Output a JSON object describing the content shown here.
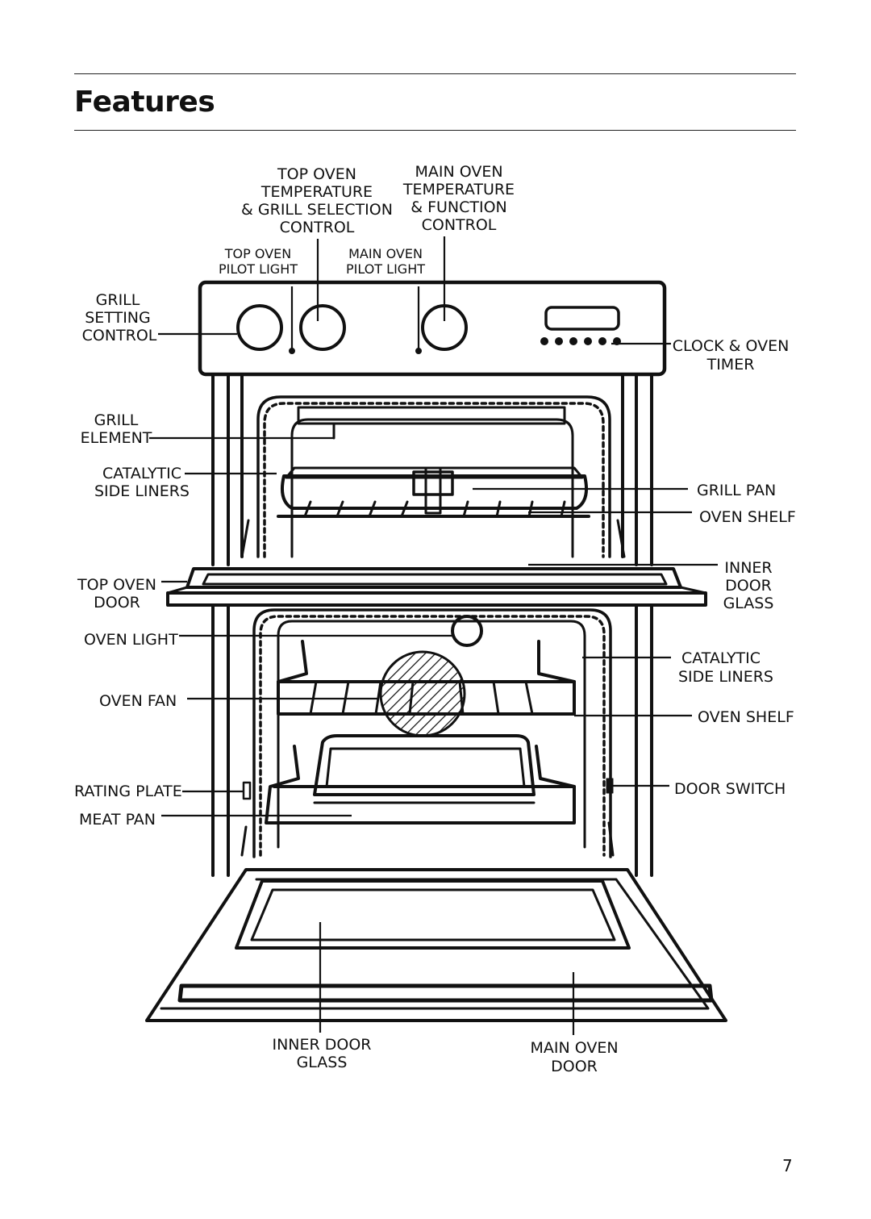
{
  "page": {
    "title": "Features",
    "page_number": "7"
  },
  "labels": {
    "top_oven_temp": [
      "TOP OVEN",
      "TEMPERATURE",
      "& GRILL SELECTION",
      "CONTROL"
    ],
    "main_oven_temp": [
      "MAIN OVEN",
      "TEMPERATURE",
      "& FUNCTION",
      "CONTROL"
    ],
    "top_oven_pilot": [
      "TOP OVEN",
      "PILOT LIGHT"
    ],
    "main_oven_pilot": [
      "MAIN OVEN",
      "PILOT LIGHT"
    ],
    "grill_setting": [
      "GRILL",
      "SETTING",
      "CONTROL"
    ],
    "clock_timer": [
      "CLOCK & OVEN",
      "TIMER"
    ],
    "grill_element": [
      "GRILL",
      "ELEMENT"
    ],
    "catalytic_top": [
      "CATALYTIC",
      "SIDE LINERS"
    ],
    "grill_pan": [
      "GRILL PAN"
    ],
    "oven_shelf_top": [
      "OVEN SHELF"
    ],
    "top_oven_door": [
      "TOP OVEN",
      "DOOR"
    ],
    "inner_door_glass_top": [
      "INNER",
      "DOOR",
      "GLASS"
    ],
    "oven_light": [
      "OVEN LIGHT"
    ],
    "catalytic_main": [
      "CATALYTIC",
      "SIDE LINERS"
    ],
    "oven_fan": [
      "OVEN FAN"
    ],
    "oven_shelf_main": [
      "OVEN SHELF"
    ],
    "rating_plate": [
      "RATING PLATE"
    ],
    "door_switch": [
      "DOOR SWITCH"
    ],
    "meat_pan": [
      "MEAT PAN"
    ],
    "inner_door_glass_main": [
      "INNER DOOR",
      "GLASS"
    ],
    "main_oven_door": [
      "MAIN OVEN",
      "DOOR"
    ]
  }
}
